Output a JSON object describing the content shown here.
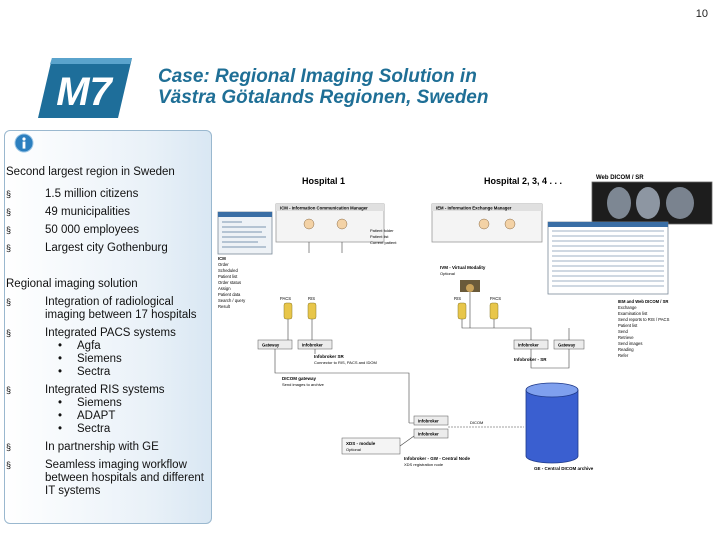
{
  "page_number": "10",
  "logo": {
    "text": "M7",
    "color": "#1e6e9a"
  },
  "title": {
    "line1": "Case: Regional Imaging Solution in",
    "line2": "Västra Götalands Regionen, Sweden"
  },
  "icons": {
    "info": "info-icon",
    "bullet": "square-bullet"
  },
  "left": {
    "heading1": "Second largest region in Sweden",
    "facts": [
      "1.5 million citizens",
      "49 municipalities",
      "50 000 employees",
      "Largest city Gothenburg"
    ],
    "heading2": "Regional imaging solution",
    "integration": "Integration of radiological imaging between 17 hospitals",
    "pacs": {
      "label": "Integrated PACS systems",
      "items": [
        "Agfa",
        "Siemens",
        "Sectra"
      ]
    },
    "ris": {
      "label": "Integrated RIS systems",
      "items": [
        "Siemens",
        "ADAPT",
        "Sectra"
      ]
    },
    "partnership": "In partnership with GE",
    "seamless": "Seamless imaging workflow between hospitals and different IT systems"
  },
  "diagram": {
    "hospital1": "Hospital 1",
    "hospital2": "Hospital 2, 3, 4 . . .",
    "webdicom": "Web DICOM / SR",
    "icm": "ICM - Information Communication Manager",
    "iem": "IEM - Information Exchange Manager",
    "icm_notes": [
      "Patient folder",
      "Patient list",
      "Current patient"
    ],
    "icm_block": [
      "ICM",
      "Order",
      "Scheduled",
      "Patient list",
      "Order status",
      "Assign",
      "Patient data",
      "Search / query",
      "Result"
    ],
    "ivm": "IVM - Virtual Modality",
    "ivm_sub": "Optional",
    "pacs": "PACS",
    "ris": "RIS",
    "gateway": "Gateway",
    "infobroker": "Infobroker",
    "ib_sr": "Infobroker SR",
    "ib_sr_sub": "Connector to RIS, PACS and IDOM",
    "dicom_gw": "DICOM gateway",
    "dicom_gw_sub": "Send images to archive",
    "ib_sr2": "Infobroker - SR",
    "iem_web": "IEM and Web DICOM / SR",
    "iem_web_list": [
      "Exchange",
      "Examination list",
      "Send reports to RIS / PACS",
      "Patient list",
      "Send",
      "Retrieve",
      "Send images",
      "Reading",
      "Refer"
    ],
    "xds": "XDS - module",
    "xds_sub": "Optional",
    "ib_gw": "Infobroker - GW - Central Node",
    "ib_gw_sub": "XDS registration node",
    "ge": "GE - Central DICOM archive",
    "dicom_link": "DICOM"
  }
}
